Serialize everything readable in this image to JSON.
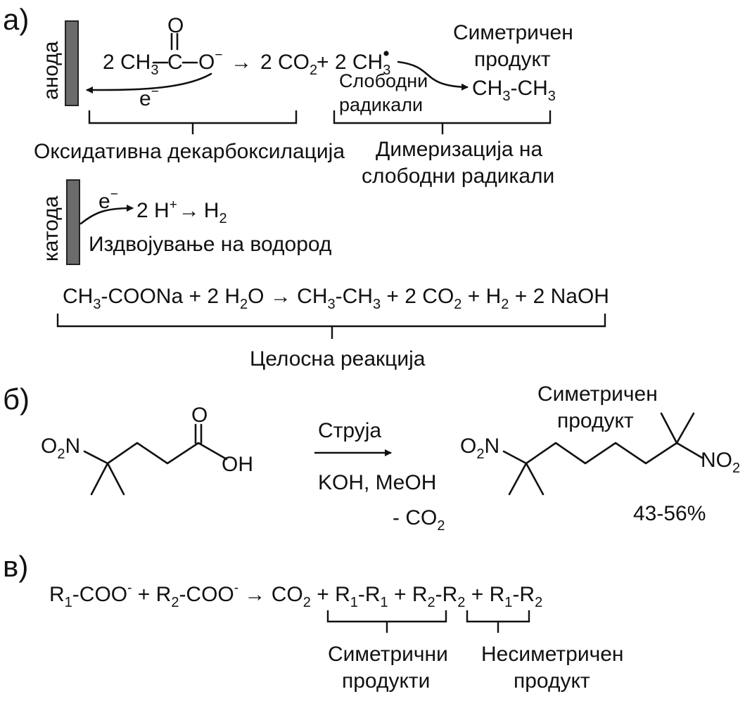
{
  "section_a": {
    "label": "а)",
    "anode": "анода",
    "cathode": "катода",
    "reactant_coeff": "2 CH",
    "reactant_sub3": "3",
    "reactant_c": "C",
    "reactant_o_bottom": "O",
    "reactant_o_minus": "−",
    "reactant_o_top": "O",
    "arrow": "→",
    "co2_prefix": "2 CO",
    "co2_sub": "2",
    "plus_ch3": "+ 2 CH",
    "ch3_sub": "3",
    "electron": "e",
    "electron_sup": "−",
    "symmetric_product_line1": "Симетричен",
    "symmetric_product_line2": "продукт",
    "ethane_part1": "CH",
    "ethane_sub1": "3",
    "ethane_part2": "-CH",
    "ethane_sub2": "3",
    "free_radicals_line1": "Слободни",
    "free_radicals_line2": "радикали",
    "oxidative_decarboxylation": "Оксидативна декарбоксилација",
    "dimerization_line1": "Димеризација на",
    "dimerization_line2": "слободни радикали",
    "cathode_eq_part1": "2 H",
    "cathode_eq_sup": "+",
    "cathode_eq_part2": "H",
    "cathode_eq_sub": "2",
    "hydrogen_evolution": "Издвојување на водород",
    "overall_equation": [
      {
        "t": "CH"
      },
      {
        "t": "3",
        "sub": true
      },
      {
        "t": "-COONa + 2 H"
      },
      {
        "t": "2",
        "sub": true
      },
      {
        "t": "O → CH"
      },
      {
        "t": "3",
        "sub": true
      },
      {
        "t": "-CH"
      },
      {
        "t": "3",
        "sub": true
      },
      {
        "t": " + 2 CO"
      },
      {
        "t": "2",
        "sub": true
      },
      {
        "t": " + H"
      },
      {
        "t": "2",
        "sub": true
      },
      {
        "t": " + 2 NaOH"
      }
    ],
    "overall_reaction": "Целосна реакција"
  },
  "section_b": {
    "label": "б)",
    "reactant_o": "O",
    "reactant_oh": "OH",
    "reactant_no2_o": "O",
    "reactant_no2_sub": "2",
    "reactant_no2_n": "N",
    "current": "Струја",
    "conditions": "KOH, MeOH",
    "minus_co2": "- CO",
    "minus_co2_sub": "2",
    "symmetric_product_line1": "Симетричен",
    "symmetric_product_line2": "продукт",
    "product_no2_left_o": "O",
    "product_no2_left_sub": "2",
    "product_no2_left_n": "N",
    "product_no2_right": "NO",
    "product_no2_right_sub": "2",
    "yield": "43-56%"
  },
  "section_c": {
    "label": "в)",
    "equation": [
      {
        "t": "R"
      },
      {
        "t": "1",
        "sub": true
      },
      {
        "t": "-COO"
      },
      {
        "t": "-",
        "sup": true
      },
      {
        "t": " + R"
      },
      {
        "t": "2",
        "sub": true
      },
      {
        "t": "-COO"
      },
      {
        "t": "-",
        "sup": true
      },
      {
        "t": " → CO"
      },
      {
        "t": "2",
        "sub": true
      },
      {
        "t": " + R"
      },
      {
        "t": "1",
        "sub": true
      },
      {
        "t": "-R"
      },
      {
        "t": "1",
        "sub": true
      },
      {
        "t": " + R"
      },
      {
        "t": "2",
        "sub": true
      },
      {
        "t": "-R"
      },
      {
        "t": "2",
        "sub": true
      },
      {
        "t": " + R"
      },
      {
        "t": "1",
        "sub": true
      },
      {
        "t": "-R"
      },
      {
        "t": "2",
        "sub": true
      }
    ],
    "symmetric_products_line1": "Симетрични",
    "symmetric_products_line2": "продукти",
    "asymmetric_product_line1": "Несиметричен",
    "asymmetric_product_line2": "продукт"
  }
}
